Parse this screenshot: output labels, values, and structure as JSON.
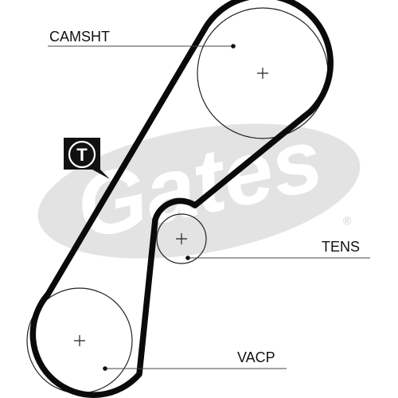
{
  "diagram": {
    "labels": {
      "camshaft": "CAMSHT",
      "tensioner": "TENS",
      "vacuum_pump": "VACP"
    },
    "badge_letter": "T",
    "watermark": {
      "text": "Gates",
      "registered_mark": "®"
    },
    "colors": {
      "belt": "#0a0a0a",
      "pulley_outline": "#222222",
      "leader_line": "#444444",
      "watermark": "#e3e3e3",
      "badge": "#111111",
      "badge_text": "#ffffff"
    }
  }
}
